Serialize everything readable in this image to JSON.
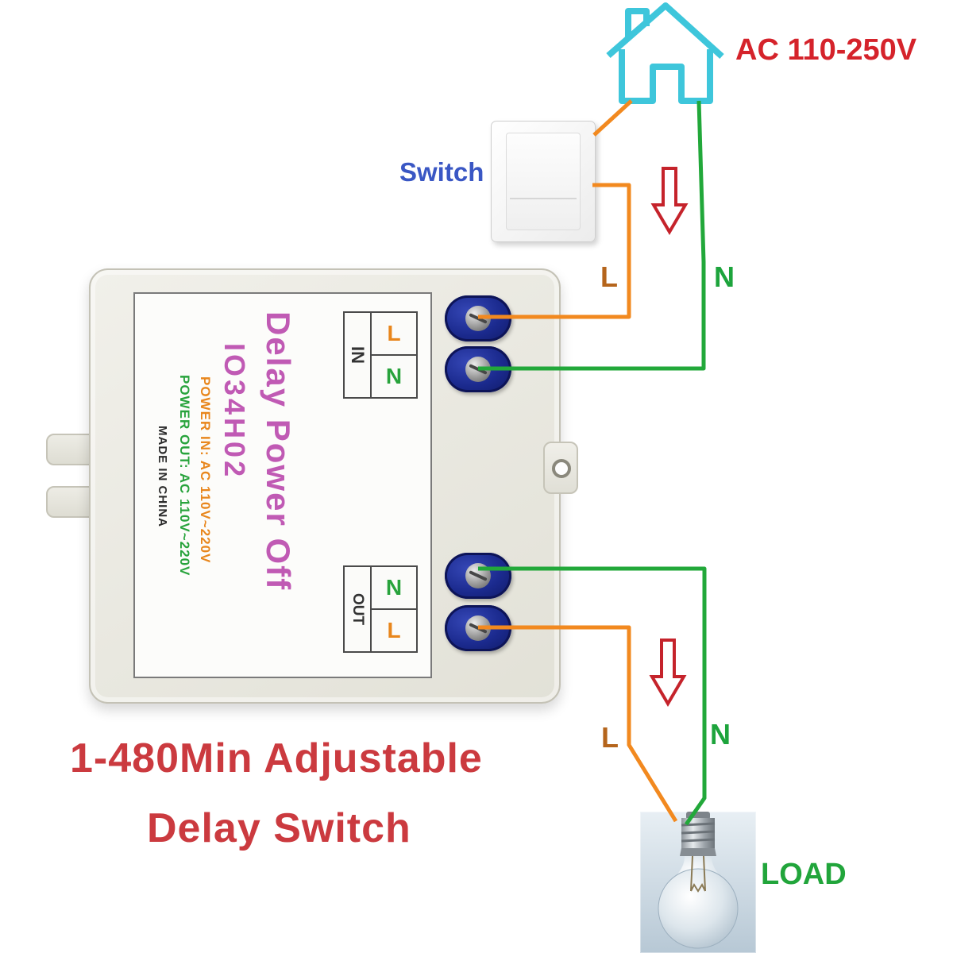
{
  "diagram": {
    "ac_label": "AC 110-250V",
    "switch_label": "Switch",
    "line_live_label": "L",
    "line_neutral_label": "N",
    "load_live_label": "L",
    "load_neutral_label": "N",
    "load_label": "LOAD",
    "caption_line1": "1-480Min Adjustable",
    "caption_line2": "Delay Switch"
  },
  "module": {
    "title": "Delay Power Off",
    "model": "IO34H02",
    "power_in": "POWER IN: AC 110V~220V",
    "power_out": "POWER OUT: AC 110V~220V",
    "origin": "MADE IN CHINA",
    "in_block": {
      "label": "IN",
      "top": "L",
      "bottom": "N"
    },
    "out_block": {
      "label": "OUT",
      "top": "N",
      "bottom": "L"
    }
  },
  "icons": {
    "house": "house-outline-icon",
    "arrow": "down-arrow-icon",
    "bulb": "light-bulb-icon",
    "switch": "wall-switch-icon"
  },
  "colors": {
    "live_wire": "#F2891F",
    "neutral_wire": "#22A83A",
    "accent_red": "#C5232B",
    "switch_text_blue": "#3A57C4",
    "house_cyan": "#3EC6DB",
    "module_title_pink": "#C05AB4",
    "terminal_blue": "#1B2A8E"
  }
}
